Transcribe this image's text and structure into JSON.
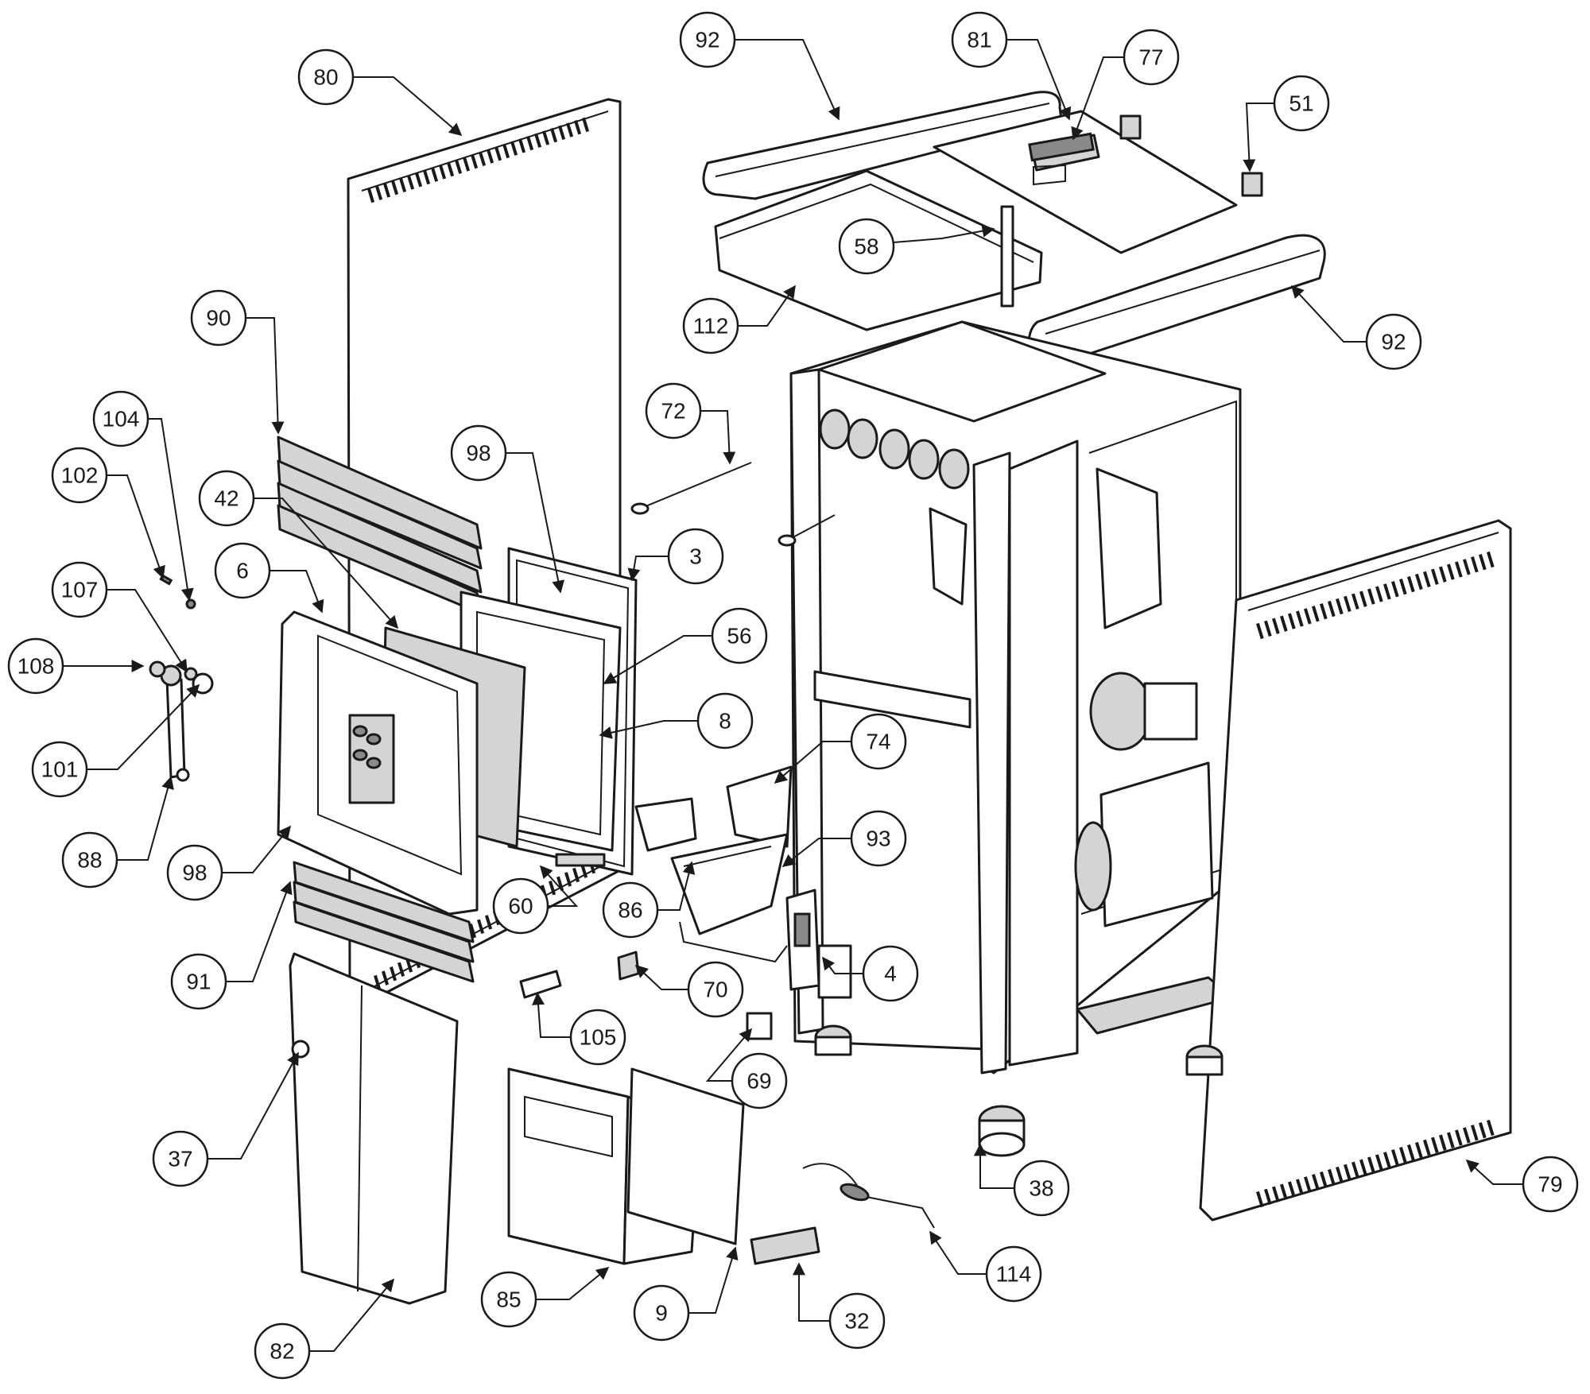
{
  "callouts": [
    {
      "id": "c92a",
      "label": "92"
    },
    {
      "id": "c81",
      "label": "81"
    },
    {
      "id": "c77",
      "label": "77"
    },
    {
      "id": "c51",
      "label": "51"
    },
    {
      "id": "c80",
      "label": "80"
    },
    {
      "id": "c58",
      "label": "58"
    },
    {
      "id": "c112",
      "label": "112"
    },
    {
      "id": "c92b",
      "label": "92"
    },
    {
      "id": "c90",
      "label": "90"
    },
    {
      "id": "c72",
      "label": "72"
    },
    {
      "id": "c104",
      "label": "104"
    },
    {
      "id": "c98a",
      "label": "98"
    },
    {
      "id": "c102",
      "label": "102"
    },
    {
      "id": "c42",
      "label": "42"
    },
    {
      "id": "c3",
      "label": "3"
    },
    {
      "id": "c6",
      "label": "6"
    },
    {
      "id": "c107",
      "label": "107"
    },
    {
      "id": "c56",
      "label": "56"
    },
    {
      "id": "c108",
      "label": "108"
    },
    {
      "id": "c8",
      "label": "8"
    },
    {
      "id": "c74",
      "label": "74"
    },
    {
      "id": "c101",
      "label": "101"
    },
    {
      "id": "c93",
      "label": "93"
    },
    {
      "id": "c88",
      "label": "88"
    },
    {
      "id": "c98b",
      "label": "98"
    },
    {
      "id": "c60",
      "label": "60"
    },
    {
      "id": "c86",
      "label": "86"
    },
    {
      "id": "c91",
      "label": "91"
    },
    {
      "id": "c4",
      "label": "4"
    },
    {
      "id": "c70",
      "label": "70"
    },
    {
      "id": "c105",
      "label": "105"
    },
    {
      "id": "c69",
      "label": "69"
    },
    {
      "id": "c37",
      "label": "37"
    },
    {
      "id": "c38",
      "label": "38"
    },
    {
      "id": "c79",
      "label": "79"
    },
    {
      "id": "c114",
      "label": "114"
    },
    {
      "id": "c85",
      "label": "85"
    },
    {
      "id": "c9",
      "label": "9"
    },
    {
      "id": "c32",
      "label": "32"
    },
    {
      "id": "c82",
      "label": "82"
    }
  ]
}
